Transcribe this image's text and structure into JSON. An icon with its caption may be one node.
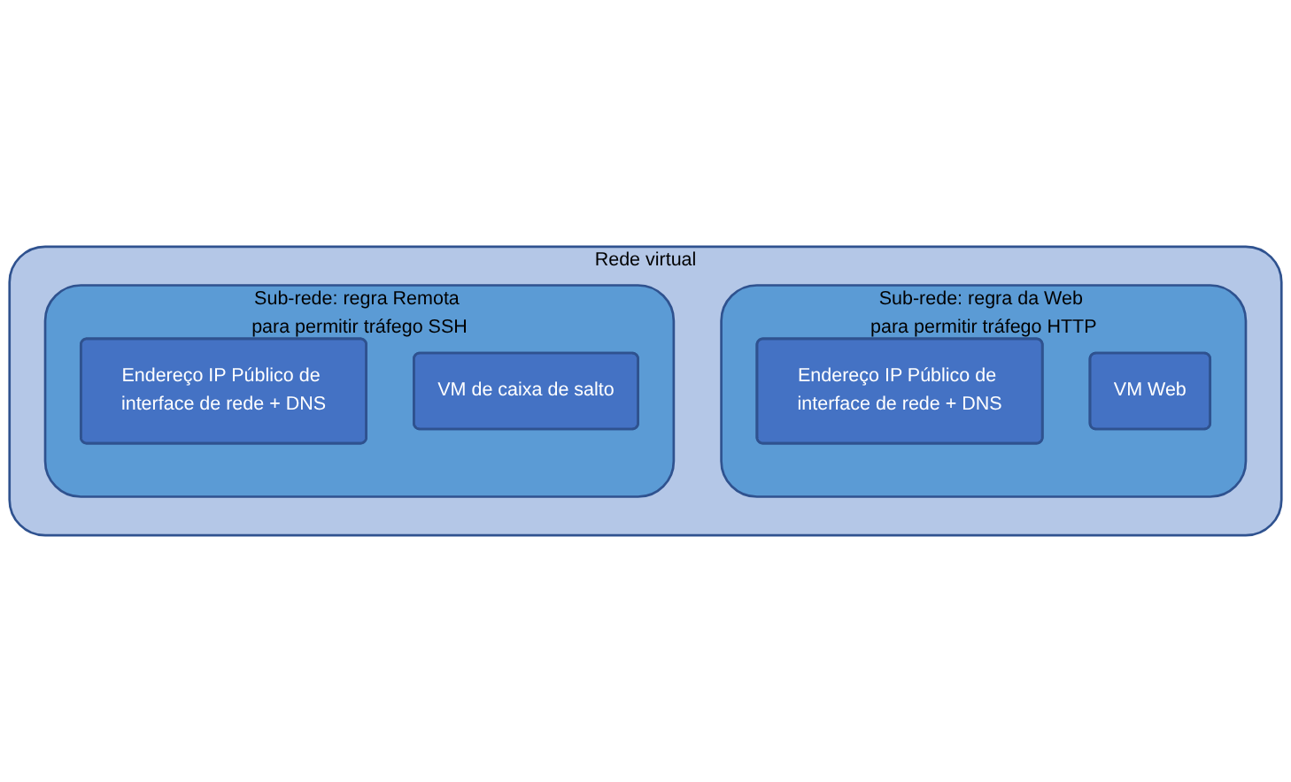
{
  "diagram": {
    "nodes": [
      {
        "text": [
          "Rede virtual"
        ]
      },
      {
        "text": [
          "Sub-rede: regra da Web para permitir tráfego HTTP"
        ],
        "in": 0
      },
      {
        "text": [
          "Endereço IP Público de interface de rede + DNS"
        ],
        "in": 1
      },
      {
        "text": [
          "VM Web"
        ],
        "in": 1
      },
      {
        "text": [
          "Sub-rede: regra Remota para permitir tráfego SSH"
        ],
        "in": 0
      },
      {
        "text": [
          "Endereço IP Público de interface de rede + DNS"
        ],
        "in": 4
      },
      {
        "text": [
          "VM de caixa de salto"
        ],
        "in": 4
      }
    ]
  }
}
